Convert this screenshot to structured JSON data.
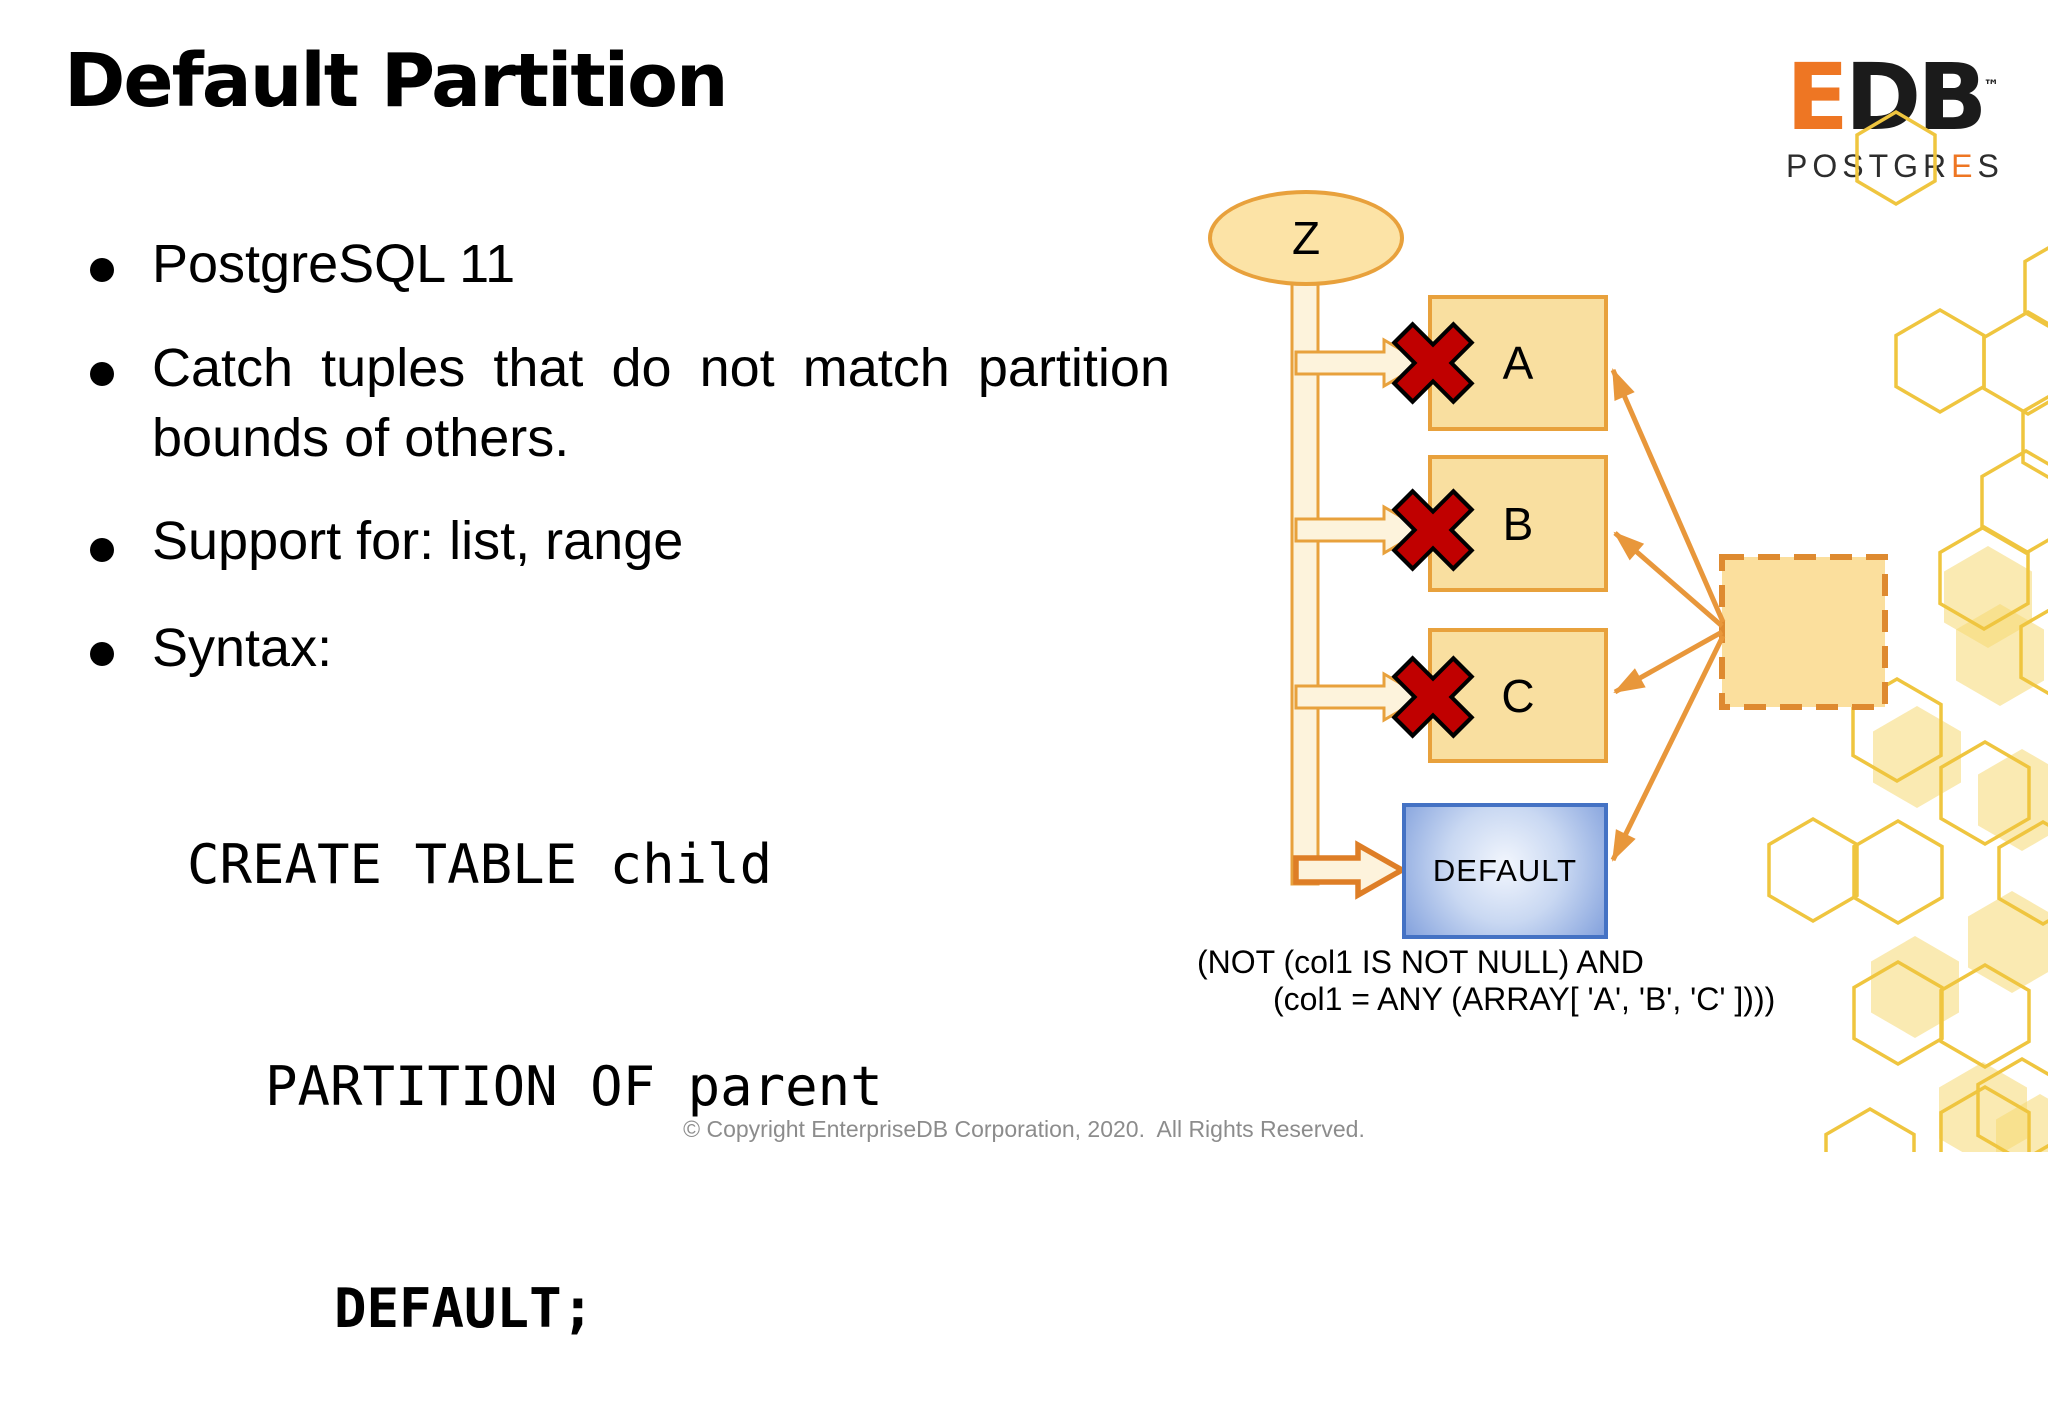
{
  "slide": {
    "title": "Default Partition",
    "bullets": [
      "PostgreSQL 11",
      "Catch tuples that do not match partition bounds of others.",
      "Support for: list, range",
      "Syntax:"
    ],
    "code": [
      "CREATE TABLE child",
      "PARTITION OF parent",
      "DEFAULT;"
    ],
    "footer": "© Copyright EnterpriseDB Corporation, 2020.  All Rights Reserved."
  },
  "logo": {
    "edb_e": "E",
    "edb_db": "DB",
    "trademark": "™",
    "postgres_pre": "POSTGR",
    "postgres_e": "E",
    "postgres_post": "S"
  },
  "diagram": {
    "source_label": "Z",
    "partitions": [
      "A",
      "B",
      "C"
    ],
    "default_label": "DEFAULT",
    "caption_line1": "(NOT (col1 IS NOT NULL) AND",
    "caption_line2": "(col1 = ANY (ARRAY[ 'A', 'B', 'C' ])))",
    "colors": {
      "node_border_orange": "#E8A13C",
      "node_fill_amber": "#F9DFA0",
      "pipe_fill_cream": "#FDF3DC",
      "dashed_box_border": "#DE8A30",
      "dashed_box_fill": "#FBDF9D",
      "thin_arrow": "#E8973B",
      "default_elbow_border": "#DE7E26",
      "red_x": "#C00000",
      "default_box_border": "#4472C4",
      "hexagon_stroke": "#EFC53F",
      "brand_orange": "#EE7623"
    }
  }
}
